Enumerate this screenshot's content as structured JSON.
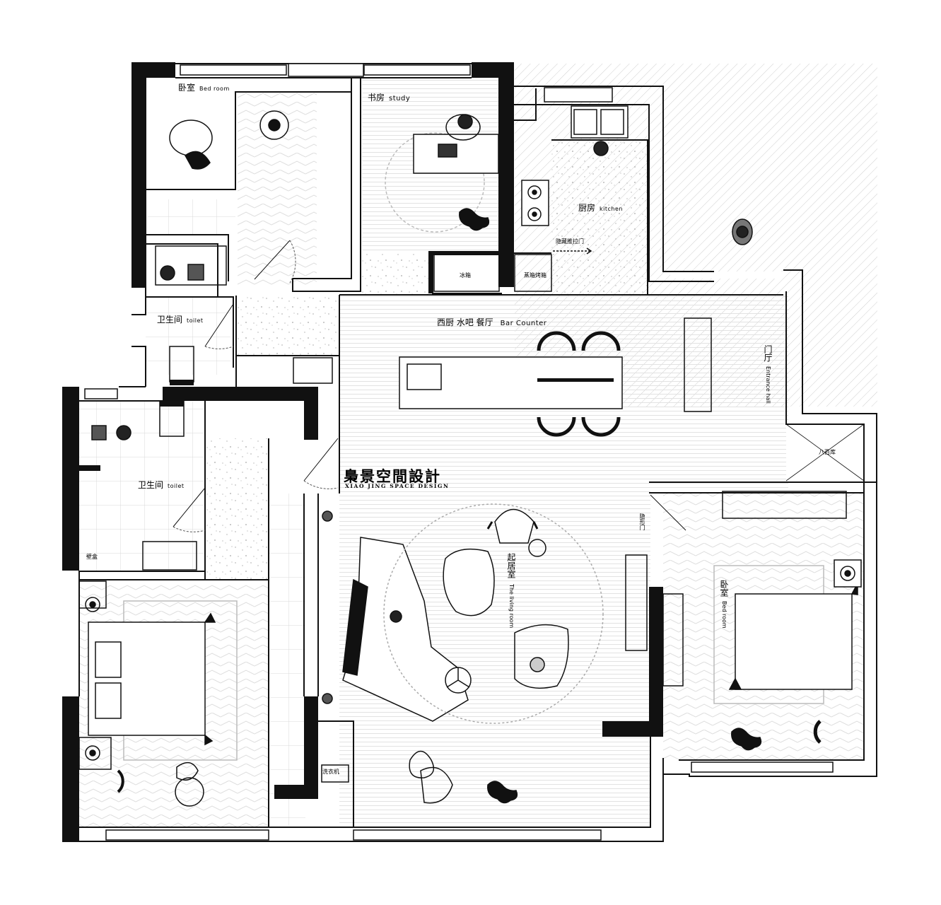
{
  "rooms": {
    "bedroom_nw": {
      "cn": "卧室",
      "en": "Bed room"
    },
    "study": {
      "cn": "书房",
      "en": "study"
    },
    "kitchen": {
      "cn": "厨房",
      "en": "kitchen"
    },
    "toilet_upper": {
      "cn": "卫生间",
      "en": "toilet"
    },
    "toilet_lower": {
      "cn": "卫生间",
      "en": "toilet"
    },
    "dining": {
      "cn": "西厨 水吧 餐厅",
      "en": "Bar Counter"
    },
    "entrance": {
      "cn": "门厅",
      "en": "Entrance hall"
    },
    "living": {
      "cn": "起居室",
      "en": "The living room"
    },
    "bedroom_e": {
      "cn": "卧室",
      "en": "Bed room"
    }
  },
  "fixtures": {
    "fridge": "冰箱",
    "steam_oven": "蒸箱烤箱",
    "sliding_door": "隐藏推拉门",
    "shoe_cabinet": "八百库",
    "hidden_door": "隐形门",
    "wall_cabinet": "壁盒",
    "washer": "洗衣机"
  },
  "brand": {
    "cn": "梟景空間設計",
    "en": "XIAO JING SPACE DESIGN"
  },
  "colors": {
    "wall": "#111111",
    "line": "#555555",
    "hatch": "#c8c8c8",
    "floor_line": "#dcdcdc"
  }
}
